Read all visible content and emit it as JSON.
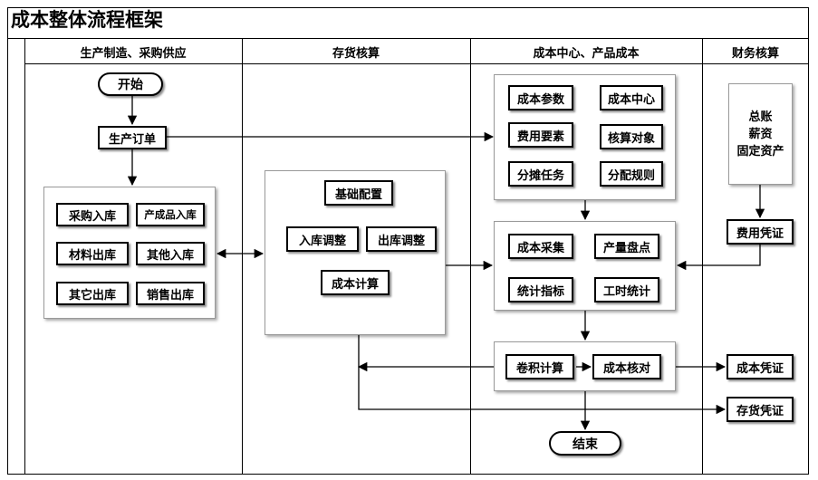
{
  "title": "成本整体流程框架",
  "columns": [
    "生产制造、采购供应",
    "存货核算",
    "成本中心、产品成本",
    "财务核算"
  ],
  "production": {
    "start": "开始",
    "order": "生产订单",
    "warehouse": [
      "采购入库",
      "产成品入库",
      "材料出库",
      "其他入库",
      "其它出库",
      "销售出库"
    ]
  },
  "inventory": {
    "items": [
      "基础配置",
      "入库调整",
      "出库调整",
      "成本计算"
    ]
  },
  "cost": {
    "setup": [
      "成本参数",
      "成本中心",
      "费用要素",
      "核算对象",
      "分摊任务",
      "分配规则"
    ],
    "collect": [
      "成本采集",
      "产量盘点",
      "统计指标",
      "工时统计"
    ],
    "calc": [
      "卷积计算",
      "成本核对"
    ],
    "end": "结束"
  },
  "finance": {
    "ledger": [
      "总账",
      "薪资",
      "固定资产"
    ],
    "expense_voucher": "费用凭证",
    "cost_voucher": "成本凭证",
    "inventory_voucher": "存货凭证"
  }
}
